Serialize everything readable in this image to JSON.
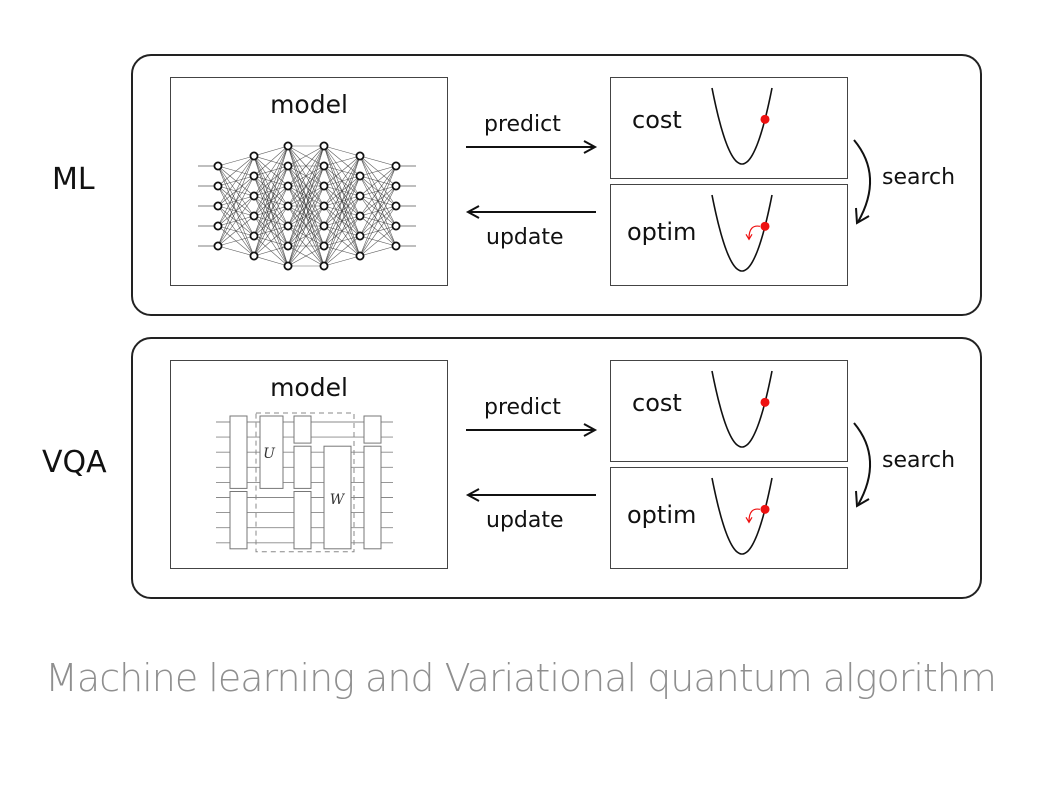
{
  "rows": [
    {
      "label": "ML",
      "model": {
        "title": "model",
        "kind": "neural-network",
        "layer_sizes": [
          5,
          6,
          7,
          7,
          6,
          5
        ]
      },
      "predict_label": "predict",
      "update_label": "update",
      "cost_label": "cost",
      "optim_label": "optim",
      "search_label": "search"
    },
    {
      "label": "VQA",
      "model": {
        "title": "model",
        "kind": "quantum-circuit",
        "gate_labels": [
          "U",
          "W"
        ],
        "qubits": 9
      },
      "predict_label": "predict",
      "update_label": "update",
      "cost_label": "cost",
      "optim_label": "optim",
      "search_label": "search"
    }
  ],
  "colors": {
    "point": "#ee1111",
    "line": "#111111",
    "caption": "#8f8f8f"
  },
  "caption": "Machine learning and Variational quantum algorithm"
}
